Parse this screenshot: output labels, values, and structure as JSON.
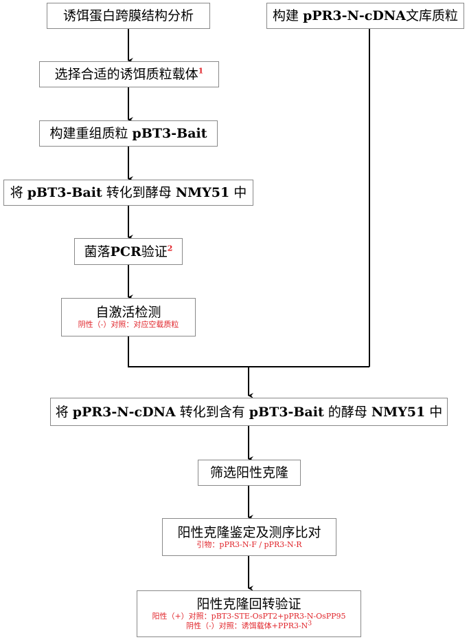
{
  "colors": {
    "accent": "#e0242a",
    "line": "#000000",
    "border": "#888888"
  },
  "boxes": {
    "b1": {
      "text": "诱饵蛋白跨膜结构分析"
    },
    "b2": {
      "pre": "构建 ",
      "bold": "pPR3-N-cDNA",
      "post": "文库质粒"
    },
    "b3": {
      "text": "选择合适的诱饵质粒载体",
      "sup": "1"
    },
    "b4": {
      "pre": "构建重组质粒 ",
      "bold": "pBT3-Bait"
    },
    "b5": {
      "pre": "将 ",
      "bold1": "pBT3-Bait",
      "mid": " 转化到酵母 ",
      "bold2": "NMY51",
      "post": " 中"
    },
    "b6": {
      "pre": "菌落",
      "bold": "PCR",
      "post": "验证",
      "sup": "2"
    },
    "b7": {
      "text": "自激活检测",
      "note": "阴性（-）对照：对应空载质粒"
    },
    "b8": {
      "pre": "将 ",
      "bold1": "pPR3-N-cDNA",
      "mid1": " 转化到含有 ",
      "bold2": "pBT3-Bait",
      "mid2": " 的酵母 ",
      "bold3": "NMY51",
      "post": " 中"
    },
    "b9": {
      "text": "筛选阳性克隆"
    },
    "b10": {
      "text": "阳性克隆鉴定及测序比对",
      "note": "引物：pPR3-N-F / pPR3-N-R"
    },
    "b11": {
      "text": "阳性克隆回转验证",
      "note1": "阳性（+）对照：pBT3-STE-OsPT2+pPR3-N-OsPP95",
      "note2": "阴性（-）对照：诱饵载体+PPR3-N",
      "note2_sup": "3"
    }
  }
}
